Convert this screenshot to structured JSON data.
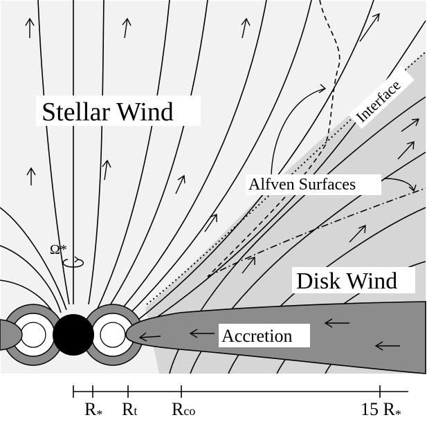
{
  "labels": {
    "stellar_wind": "Stellar Wind",
    "disk_wind": "Disk Wind",
    "interface": "Interface",
    "alfven_surfaces": "Alfven Surfaces",
    "accretion": "Accretion",
    "omega_star": "Ω*"
  },
  "axis": {
    "ticks": [
      {
        "base": "R",
        "sub": "*"
      },
      {
        "base": "R",
        "sub": "t"
      },
      {
        "base": "R",
        "sub": "co"
      },
      {
        "base": "15 R",
        "sub": "*"
      }
    ]
  },
  "colors": {
    "stellar_wind_region": "#f2f2f2",
    "disk_wind_region": "#d6d6d6",
    "disk": "#8c8c8c",
    "magnetosphere_loop": "#8c8c8c",
    "star": "#000000",
    "line": "#000000"
  }
}
